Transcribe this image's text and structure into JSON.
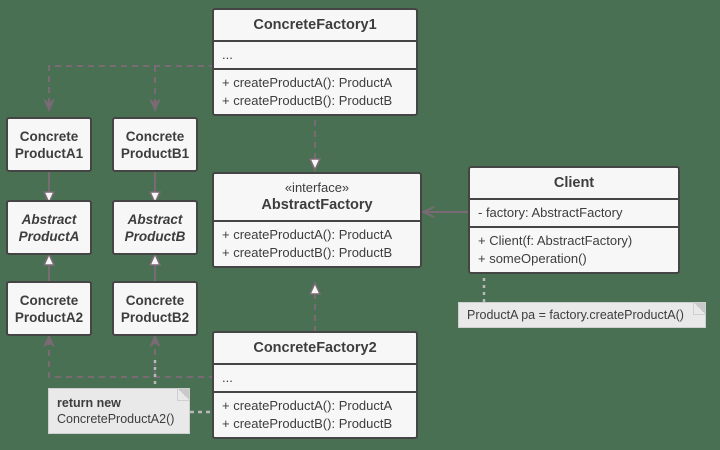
{
  "diagram": {
    "title": "Abstract Factory Pattern UML Class Diagram",
    "background_color": "#4a7054",
    "box_fill": "#f7f7f7",
    "box_border": "#454545",
    "edge_color": "#7a6a74",
    "note_fill": "#e9e9e9"
  },
  "classes": {
    "concrete_factory1": {
      "name": "ConcreteFactory1",
      "attributes": [
        "..."
      ],
      "operations": [
        "+ createProductA(): ProductA",
        "+ createProductB(): ProductB"
      ]
    },
    "abstract_factory": {
      "stereotype": "«interface»",
      "name": "AbstractFactory",
      "operations": [
        "+ createProductA(): ProductA",
        "+ createProductB(): ProductB"
      ]
    },
    "concrete_factory2": {
      "name": "ConcreteFactory2",
      "attributes": [
        "..."
      ],
      "operations": [
        "+ createProductA(): ProductA",
        "+ createProductB(): ProductB"
      ]
    },
    "client": {
      "name": "Client",
      "attributes": [
        "- factory: AbstractFactory"
      ],
      "operations": [
        "+ Client(f: AbstractFactory)",
        "+ someOperation()"
      ]
    }
  },
  "products": {
    "concrete_product_a1": {
      "line1": "Concrete",
      "line2": "ProductA1"
    },
    "concrete_product_b1": {
      "line1": "Concrete",
      "line2": "ProductB1"
    },
    "abstract_product_a": {
      "line1": "Abstract",
      "line2": "ProductA"
    },
    "abstract_product_b": {
      "line1": "Abstract",
      "line2": "ProductB"
    },
    "concrete_product_a2": {
      "line1": "Concrete",
      "line2": "ProductA2"
    },
    "concrete_product_b2": {
      "line1": "Concrete",
      "line2": "ProductB2"
    }
  },
  "notes": {
    "client_note": {
      "text": "ProductA pa = factory.createProductA()"
    },
    "factory2_note": {
      "line1": "return new",
      "line2": "ConcreteProductA2()"
    }
  }
}
